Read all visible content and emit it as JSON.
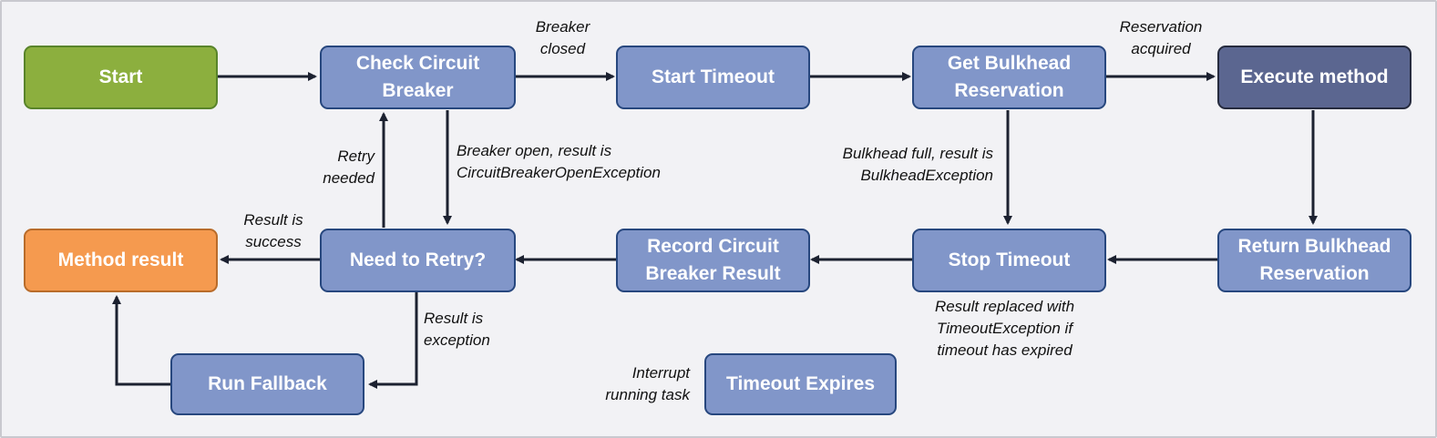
{
  "colors": {
    "background": "#f2f2f5",
    "process_fill": "#8196c9",
    "start_fill": "#8caf3e",
    "execute_fill": "#5b6690",
    "result_fill": "#f59a4f",
    "connector": "#1c2130"
  },
  "nodes": {
    "start": "Start",
    "check_breaker": [
      "Check Circuit",
      "Breaker"
    ],
    "start_timeout": "Start Timeout",
    "get_bulkhead": [
      "Get Bulkhead",
      "Reservation"
    ],
    "execute": "Execute method",
    "method_result": "Method result",
    "need_retry": "Need to Retry?",
    "record_breaker": [
      "Record Circuit",
      "Breaker Result"
    ],
    "stop_timeout": "Stop Timeout",
    "return_bulkhead": [
      "Return Bulkhead",
      "Reservation"
    ],
    "run_fallback": "Run Fallback",
    "timeout_expires": "Timeout Expires"
  },
  "labels": {
    "breaker_closed": [
      "Breaker",
      "closed"
    ],
    "reservation_acquired": [
      "Reservation",
      "acquired"
    ],
    "breaker_open": [
      "Breaker open, result is",
      "CircuitBreakerOpenException"
    ],
    "retry_needed": [
      "Retry",
      "needed"
    ],
    "bulkhead_full": [
      "Bulkhead full, result is",
      "BulkheadException"
    ],
    "result_success": [
      "Result is",
      "success"
    ],
    "result_exception": [
      "Result is",
      "exception"
    ],
    "result_replaced": [
      "Result replaced with",
      "TimeoutException if",
      "timeout has expired"
    ],
    "interrupt": [
      "Interrupt",
      "running task"
    ]
  }
}
